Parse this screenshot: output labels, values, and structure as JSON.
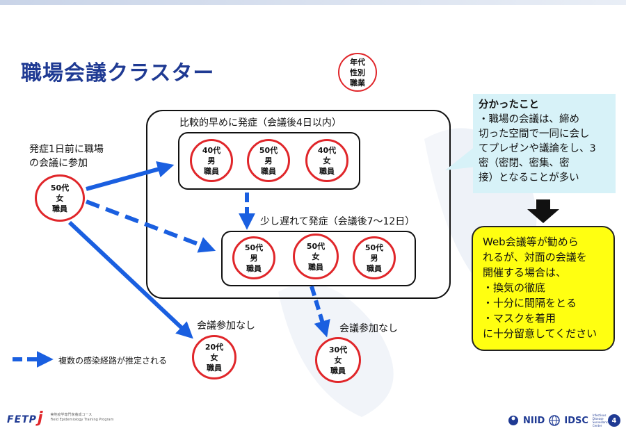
{
  "title": "職場会議クラスター",
  "legend_circle": [
    "年代",
    "性別",
    "職業"
  ],
  "index_case_label": [
    "発症1日前に職場",
    "の会議に参加"
  ],
  "index_case": [
    "50代",
    "女",
    "職員"
  ],
  "group_early": {
    "label": "比較的早めに発症（会議後4日以内）",
    "members": [
      [
        "40代",
        "男",
        "職員"
      ],
      [
        "50代",
        "男",
        "職員"
      ],
      [
        "40代",
        "女",
        "職員"
      ]
    ]
  },
  "group_late": {
    "label": "少し遅れて発症（会議後7～12日）",
    "members": [
      [
        "50代",
        "男",
        "職員"
      ],
      [
        "50代",
        "女",
        "職員"
      ],
      [
        "50代",
        "男",
        "職員"
      ]
    ]
  },
  "non_attendee_1": {
    "label": "会議参加なし",
    "person": [
      "20代",
      "女",
      "職員"
    ]
  },
  "non_attendee_2": {
    "label": "会議参加なし",
    "person": [
      "30代",
      "女",
      "職員"
    ]
  },
  "legend_dashed": "複数の感染経路が推定される",
  "findings": {
    "heading": "分かったこと",
    "body": "・職場の会議は、締め\n切った空間で一同に会し\nてプレゼンや議論をし、3\n密（密閉、密集、密\n接）となることが多い"
  },
  "advice": "Web会議等が勧めら\nれるが、対面の会議を\n開催する場合は、\n・換気の徹底\n・十分に間隔をとる\n・マスクを着用\nに十分留意してください",
  "footer": {
    "fetp_logo": "FETP",
    "fetp_logo_mark": "j",
    "fetp_sub": [
      "実地疫学専門家養成コース",
      "Field Epidemiology Training Program"
    ],
    "niid": "NIID",
    "idsc": "IDSC",
    "idsc_sub": [
      "Infectious Disease",
      "Surveillance Center"
    ],
    "page_number": "4"
  },
  "colors": {
    "title": "#1f3a93",
    "arrow": "#1a5fe0",
    "circle_border": "#e0262a",
    "findings_bg": "#d7f2f8",
    "advice_bg": "#ffff11"
  }
}
